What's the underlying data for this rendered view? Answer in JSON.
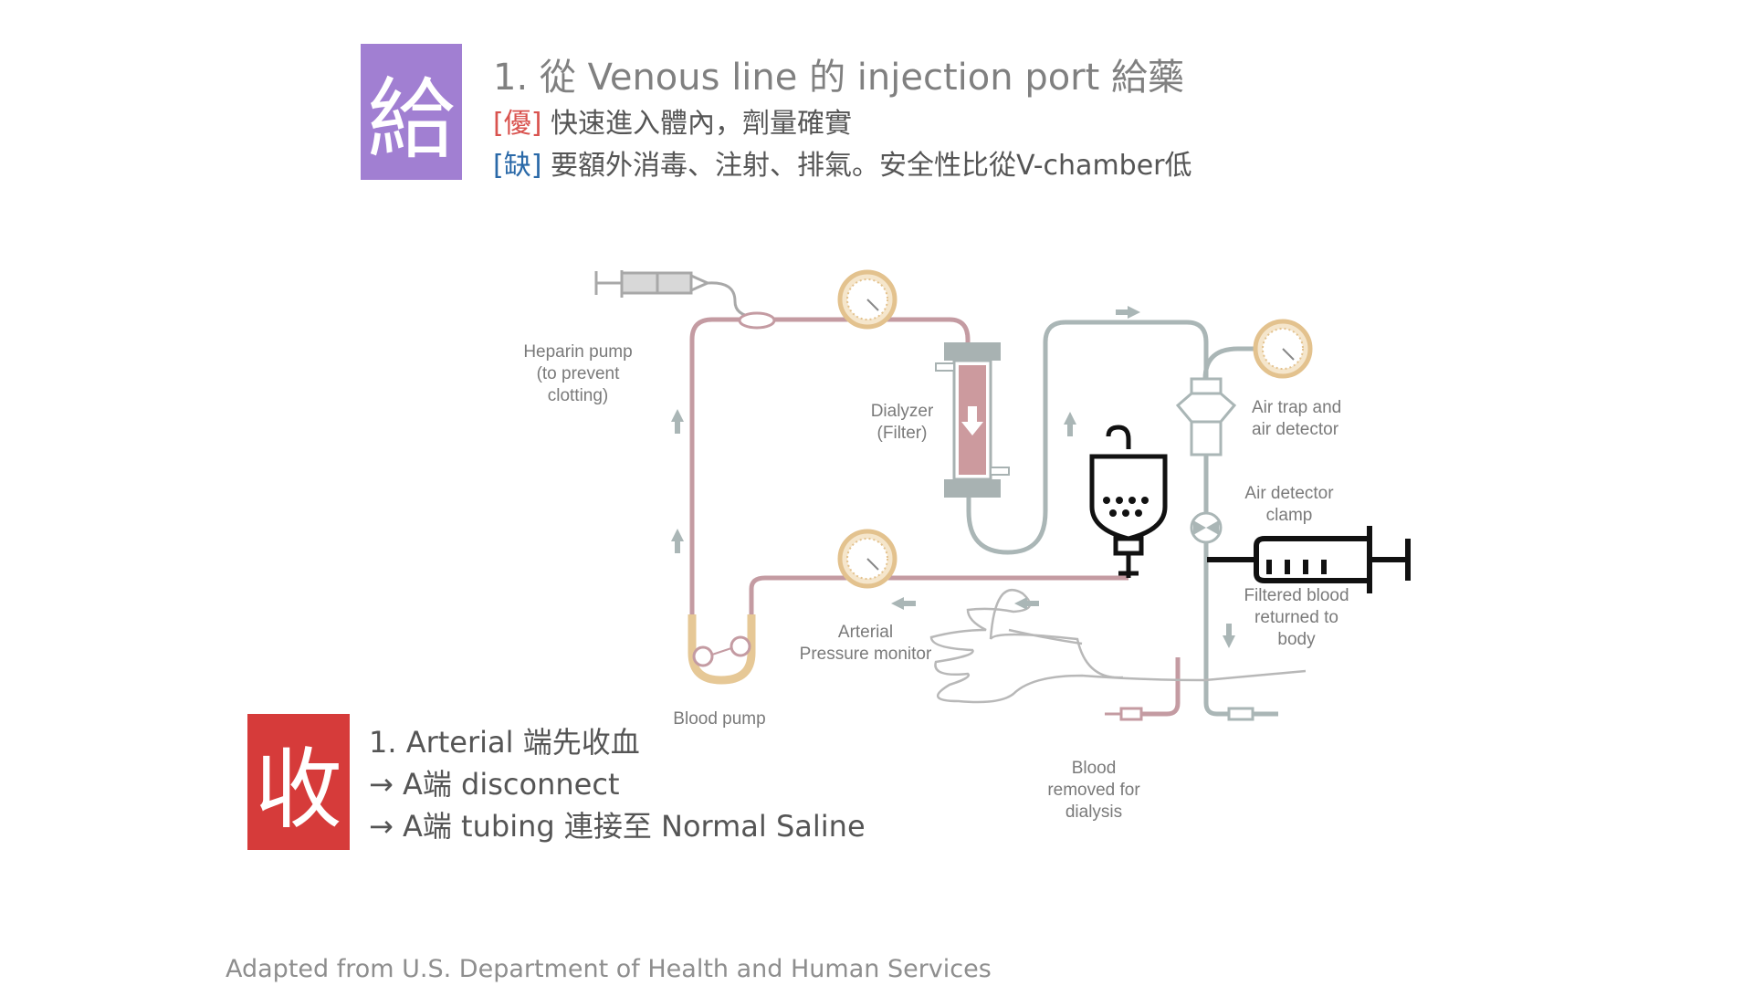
{
  "give": {
    "badge_char": "給",
    "title": "1. 從 Venous line 的 injection port 給藥",
    "pro_tag": "[優]",
    "pro_text": " 快速進入體內，劑量確實",
    "con_tag": "[缺]",
    "con_text": " 要額外消毒、注射、排氣。安全性比從V-chamber低"
  },
  "collect": {
    "badge_char": "收",
    "line1": "1. Arterial 端先收血",
    "line2": "→ A端 disconnect",
    "line3": "→ A端 tubing 連接至 Normal Saline"
  },
  "diagram": {
    "labels": {
      "heparin_1": "Heparin pump",
      "heparin_2": "(to prevent",
      "heparin_3": "clotting)",
      "dialyzer_1": "Dialyzer",
      "dialyzer_2": "(Filter)",
      "airtrap_1": "Air trap and",
      "airtrap_2": "air detector",
      "clamp_1": "Air detector",
      "clamp_2": "clamp",
      "filtered_1": "Filtered blood",
      "filtered_2": "returned to",
      "filtered_3": "body",
      "arterial_1": "Arterial",
      "arterial_2": "Pressure monitor",
      "bloodpump": "Blood pump",
      "removed_1": "Blood",
      "removed_2": "removed for",
      "removed_3": "dialysis"
    }
  },
  "footer": {
    "credit": "Adapted from U.S. Department of Health and Human Services"
  },
  "colors": {
    "give_badge": "#a17fd2",
    "collect_badge": "#d63b3a",
    "arterial_line": "#c49ba2",
    "venous_line": "#aab6b6",
    "gauge": "#e3c28e"
  }
}
